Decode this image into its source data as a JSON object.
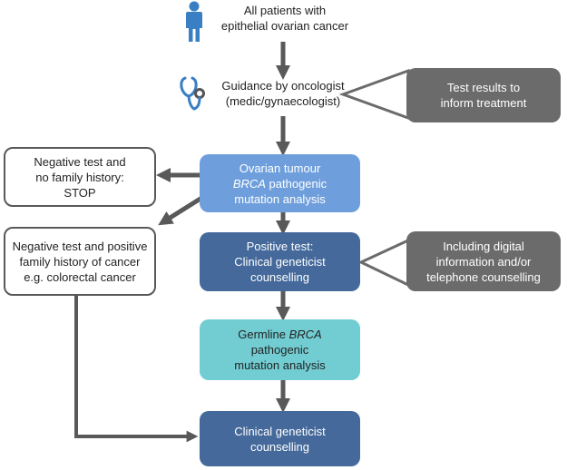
{
  "colors": {
    "arrow": "#595959",
    "grey_box": "#6b6b6b",
    "light_blue": "#6e9fdc",
    "dark_blue": "#44699a",
    "teal": "#72cdd3",
    "person_icon": "#3a7fc4",
    "stethoscope": "#3a7fc4"
  },
  "icons": {
    "patient": "person-icon",
    "guidance": "stethoscope-icon"
  },
  "nodes": {
    "patients": {
      "line1": "All patients with",
      "line2": "epithelial ovarian cancer"
    },
    "guidance": {
      "line1": "Guidance by oncologist",
      "line2": "(medic/gynaecologist)"
    },
    "test_results": {
      "line1": "Test results to",
      "line2": "inform treatment"
    },
    "tumour": {
      "line1": "Ovarian tumour",
      "line2_italic": "BRCA",
      "line2_rest": " pathogenic",
      "line3": "mutation analysis"
    },
    "negative_stop": {
      "line1": "Negative test and",
      "line2": "no family history:",
      "line3": "STOP"
    },
    "negative_family": {
      "line1": "Negative test and positive",
      "line2": "family history of cancer",
      "line3": "e.g. colorectal cancer"
    },
    "positive": {
      "line1": "Positive test:",
      "line2": "Clinical geneticist",
      "line3": "counselling"
    },
    "digital": {
      "line1": "Including digital",
      "line2": "information and/or",
      "line3": "telephone counselling"
    },
    "germline": {
      "line1_pre": "Germline ",
      "line1_italic": "BRCA",
      "line2": "pathogenic",
      "line3": "mutation analysis"
    },
    "final": {
      "line1": "Clinical geneticist",
      "line2": "counselling"
    }
  }
}
